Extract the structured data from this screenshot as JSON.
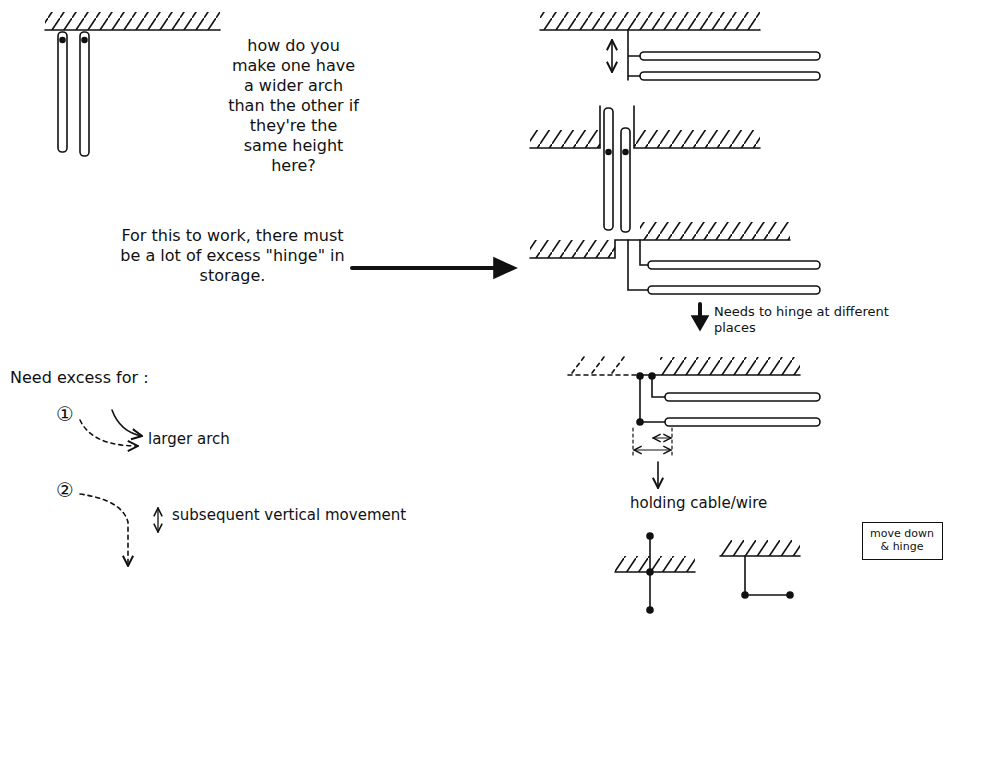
{
  "diagram": {
    "nodes": [
      {
        "text": [
          "move down & hinge"
        ]
      }
    ],
    "labels": [
      "how do you make one have a wider arch than the other if they're the same height here?",
      "For this to work, there must be a lot of excess \"hinge\" in storage.",
      "Need excess for :",
      "①",
      "larger arch",
      "②",
      "subsequent vertical movement",
      "Needs to hinge at different places",
      "holding cable/wire"
    ]
  }
}
